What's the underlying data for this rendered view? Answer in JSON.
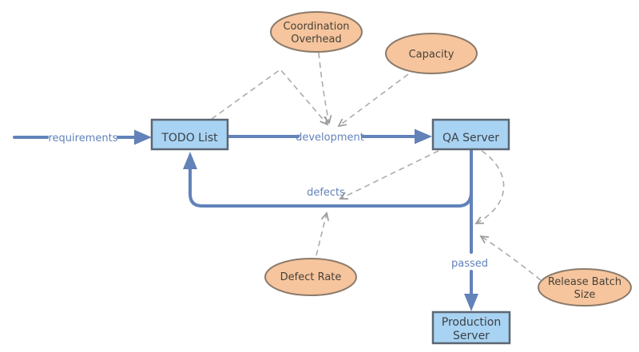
{
  "colors": {
    "stock_fill": "#A9D3F2",
    "stock_border": "#5B6673",
    "stock_text": "#3A4148",
    "factor_fill": "#F6C59D",
    "factor_border": "#8B7A6B",
    "factor_text": "#474139",
    "flow": "#6282B9",
    "influence": "#ABABAB",
    "influence_head": "#9A9A9A",
    "background": "#FFFFFF"
  },
  "diagram": {
    "type": "stock-and-flow",
    "stocks": {
      "todo_list": {
        "label": "TODO List"
      },
      "qa_server": {
        "label": "QA Server"
      },
      "production_server": {
        "lines": [
          "Production",
          "Server"
        ]
      }
    },
    "factors": {
      "coordination_overhead": {
        "lines": [
          "Coordination",
          "Overhead"
        ]
      },
      "capacity": {
        "label": "Capacity"
      },
      "defect_rate": {
        "label": "Defect Rate"
      },
      "release_batch_size": {
        "lines": [
          "Release Batch",
          "Size"
        ]
      }
    },
    "flows": {
      "requirements": {
        "label": "requirements",
        "from": "external",
        "to": "TODO List"
      },
      "development": {
        "label": "development",
        "from": "TODO List",
        "to": "QA Server"
      },
      "defects": {
        "label": "defects",
        "from": "QA Server",
        "to": "TODO List"
      },
      "passed": {
        "label": "passed",
        "from": "QA Server",
        "to": "Production Server"
      }
    },
    "influences": [
      {
        "from": "TODO List",
        "to": "development"
      },
      {
        "from": "Coordination Overhead",
        "to": "development"
      },
      {
        "from": "Capacity",
        "to": "development"
      },
      {
        "from": "QA Server",
        "to": "defects"
      },
      {
        "from": "Defect Rate",
        "to": "defects"
      },
      {
        "from": "QA Server",
        "to": "passed"
      },
      {
        "from": "Release Batch Size",
        "to": "passed"
      }
    ]
  }
}
